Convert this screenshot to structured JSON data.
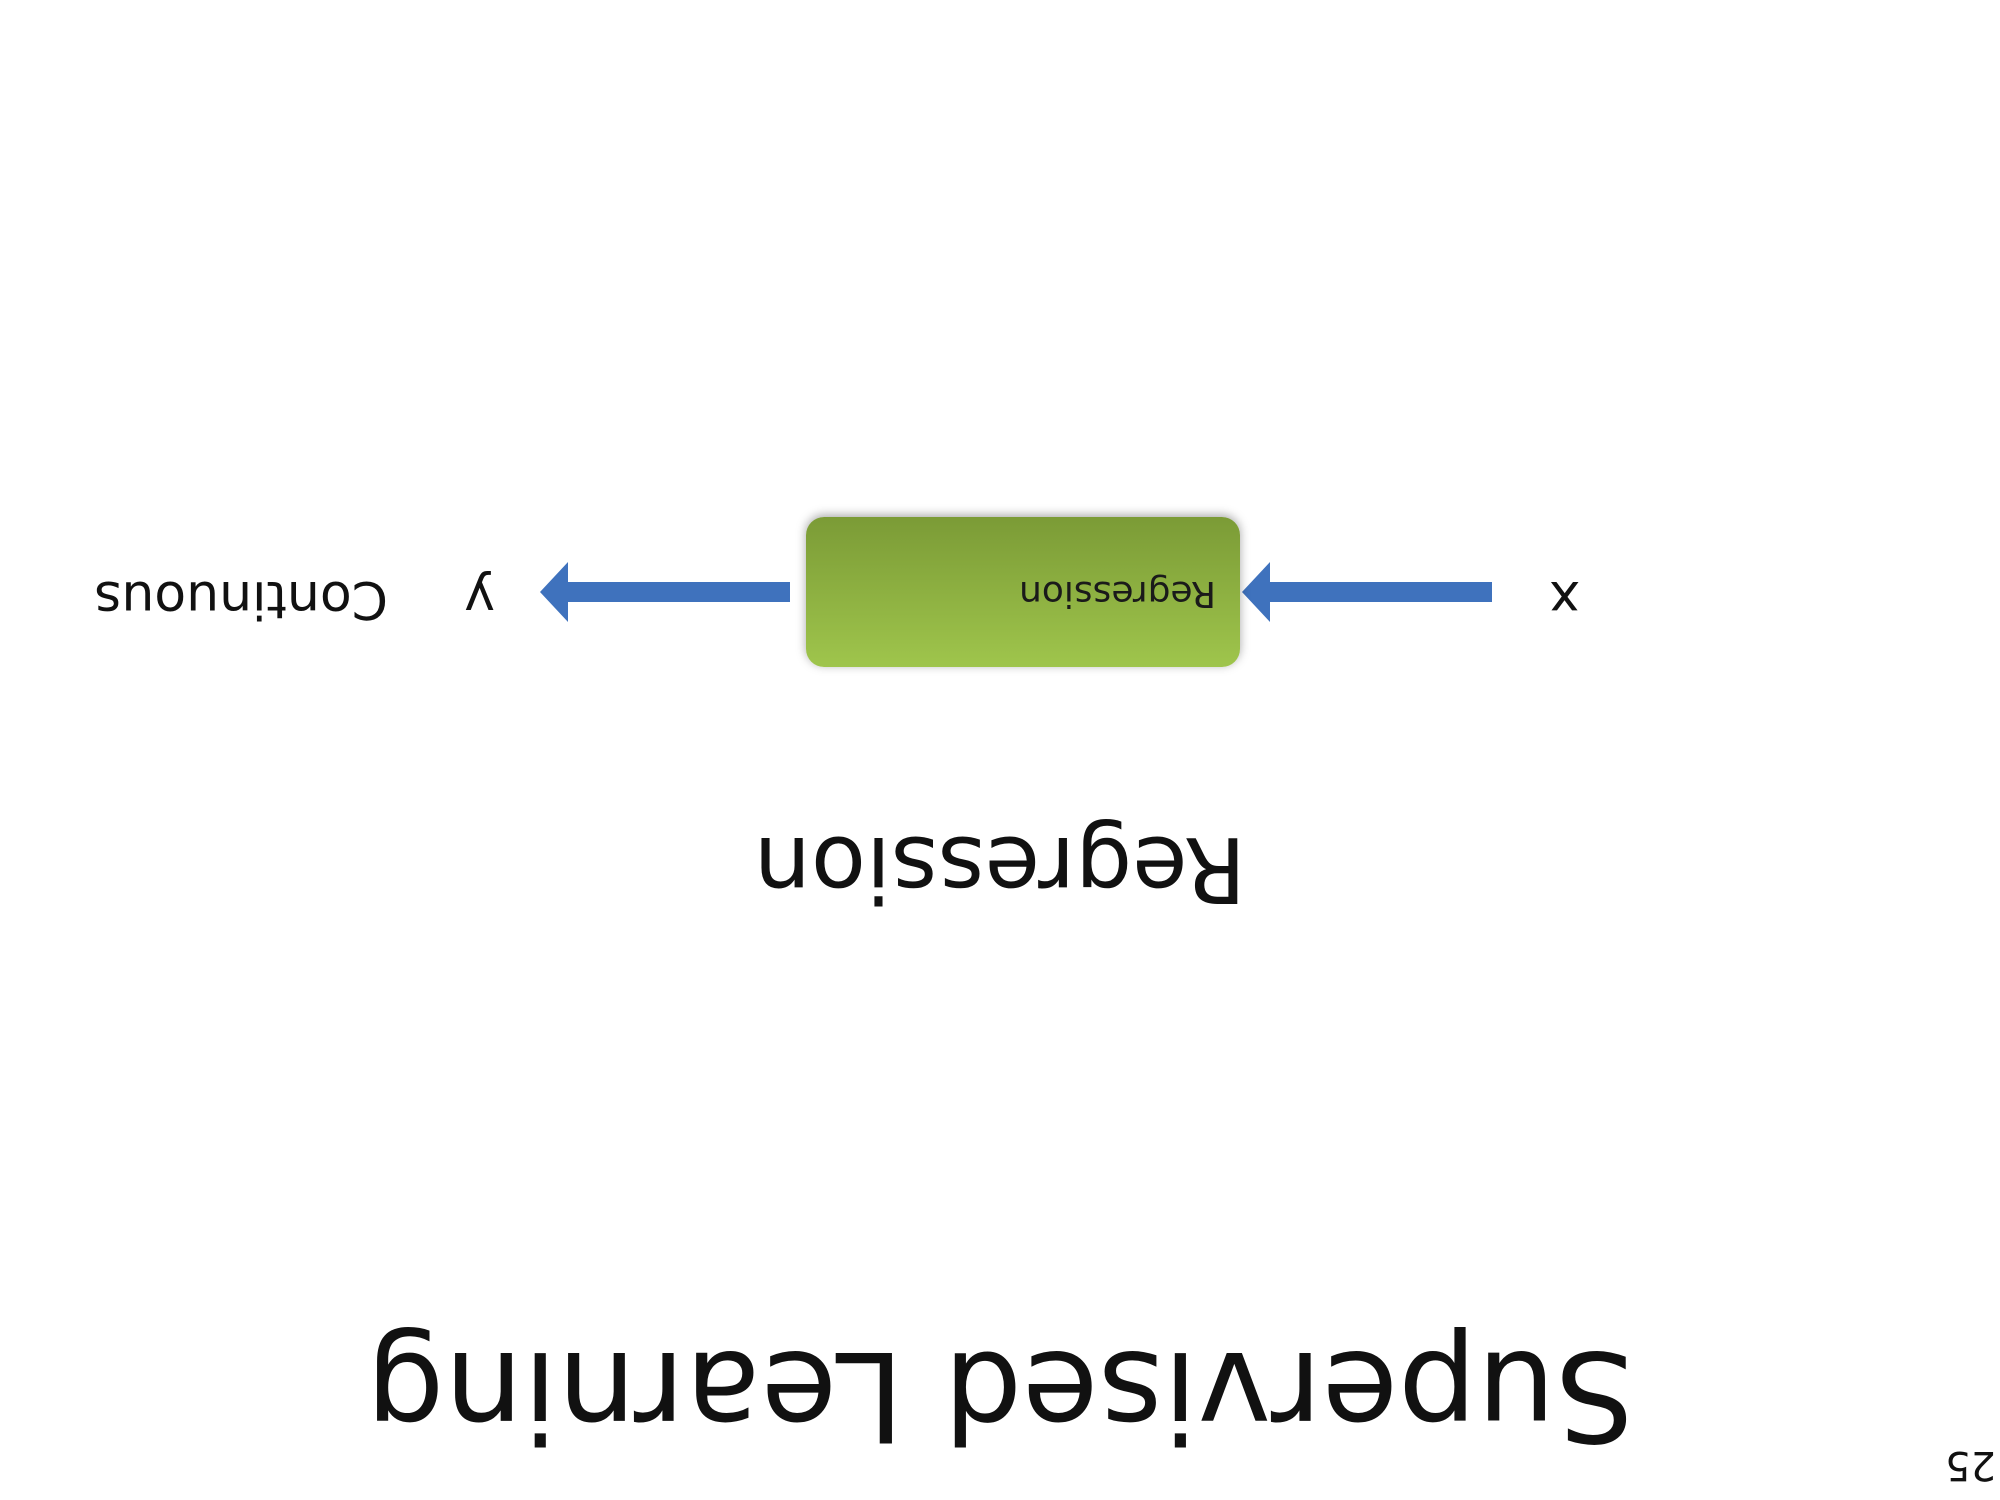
{
  "slide": {
    "title": "Supervised Learning",
    "subtitle": "Regression",
    "page_number": "25"
  },
  "diagram": {
    "input_label": "x",
    "process_label": "Regression",
    "output_label": "y",
    "output_type": "Continuous"
  },
  "colors": {
    "box_top": "#9fc54c",
    "box_bottom": "#7b9b36",
    "arrow": "#3f72bd"
  },
  "icons": {
    "flow_arrow": "right-arrow-icon"
  }
}
